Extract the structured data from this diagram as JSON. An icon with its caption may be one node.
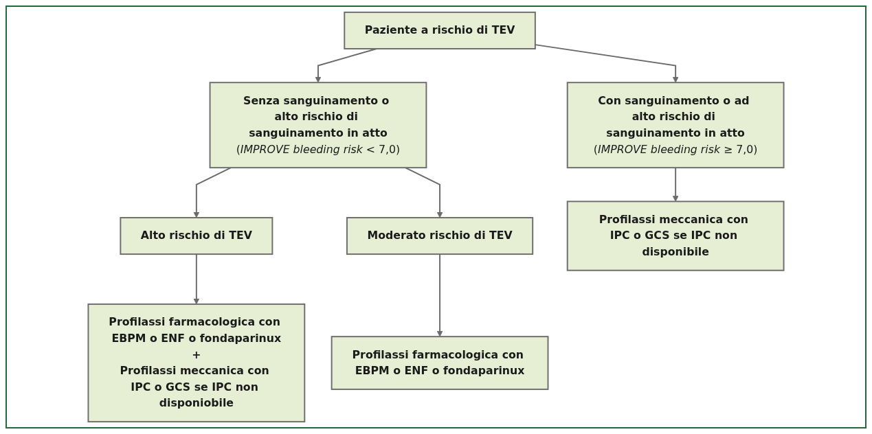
{
  "diagram": {
    "nodes": [
      {
        "text": [
          "Paziente a rischio di TEV"
        ]
      },
      {
        "text": [
          "Senza sanguinamento o alto rischio di sanguinamento in atto",
          "(*IMPROVE bleeding risk* < 7,0)"
        ]
      },
      {
        "text": [
          "Con sanguinamento o ad alto rischio di sanguinamento in atto",
          "(*IMPROVE bleeding risk* ≥ 7,0)"
        ]
      },
      {
        "text": [
          "Alto rischio di TEV"
        ]
      },
      {
        "text": [
          "Moderato rischio di TEV"
        ]
      },
      {
        "text": [
          "Profilassi meccanica con IPC o GCS se IPC non disponibile"
        ]
      },
      {
        "text": [
          "Profilassi farmacologica con EBPM o ENF o fondaparinux",
          "+",
          "Profilassi meccanica con IPC o GCS se IPC non disponiobile"
        ]
      },
      {
        "text": [
          "Profilassi farmacologica con EBPM o ENF o fondaparinux"
        ]
      }
    ],
    "edges": [
      {
        "from": 0,
        "to": 1,
        "arrow": "to"
      },
      {
        "from": 0,
        "to": 2,
        "arrow": "to"
      },
      {
        "from": 1,
        "to": 3,
        "arrow": "to"
      },
      {
        "from": 1,
        "to": 4,
        "arrow": "to"
      },
      {
        "from": 2,
        "to": 5,
        "arrow": "to"
      },
      {
        "from": 3,
        "to": 6,
        "arrow": "to"
      },
      {
        "from": 4,
        "to": 7,
        "arrow": "to"
      }
    ]
  }
}
